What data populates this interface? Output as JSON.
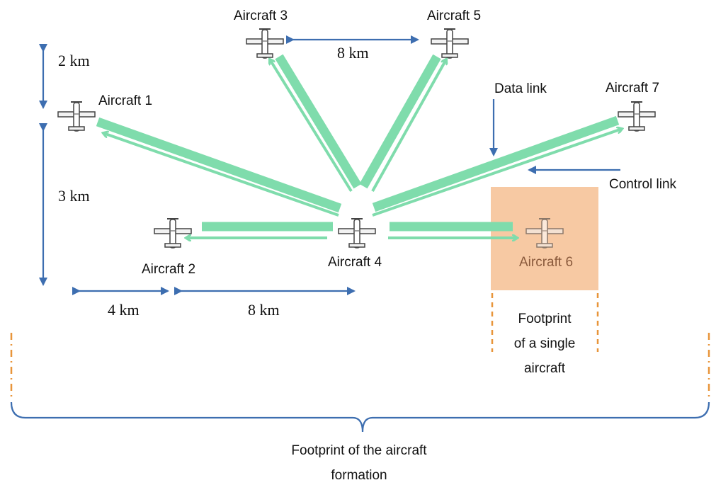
{
  "aircraft": [
    {
      "id": "a1",
      "label": "Aircraft 1"
    },
    {
      "id": "a2",
      "label": "Aircraft 2"
    },
    {
      "id": "a3",
      "label": "Aircraft 3"
    },
    {
      "id": "a4",
      "label": "Aircraft 4"
    },
    {
      "id": "a5",
      "label": "Aircraft 5"
    },
    {
      "id": "a6",
      "label": "Aircraft 6"
    },
    {
      "id": "a7",
      "label": "Aircraft 7"
    }
  ],
  "dimensions": {
    "v_top": "2 km",
    "v_mid": "3 km",
    "h_left": "4 km",
    "h_right": "8 km",
    "h_top": "8 km"
  },
  "legend": {
    "data_link": "Data link",
    "control_link": "Control link"
  },
  "footprint_single": [
    "Footprint",
    "of a single",
    "aircraft"
  ],
  "footprint_formation": [
    "Footprint of the aircraft",
    "formation"
  ],
  "colors": {
    "link": "#7fdcac",
    "arrow_blue": "#3d6eb0",
    "footprint_fill": "#f7c9a3",
    "footprint_dash": "#e8953a",
    "aircraft6_text": "#8a5a3c"
  }
}
